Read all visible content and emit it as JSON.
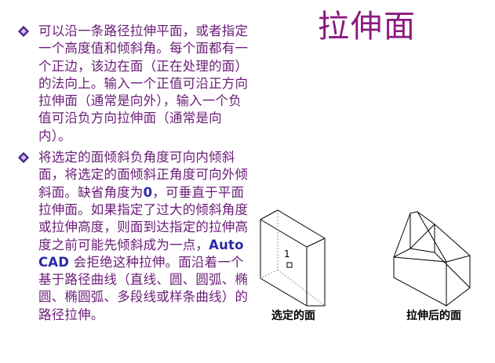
{
  "title": "拉伸面",
  "bullets": [
    {
      "icon": "diamond-bullet-icon",
      "text": [
        {
          "t": "可以沿一条路径拉伸平面，或者指定一个高度值和倾斜角。每个面都有一个正边，该边在面（正在处理的面）的法向上。输入一个正值可沿正方向拉伸面（通常是向外），输入一个负值可沿负方向拉伸面（通常是向内）。"
        }
      ]
    },
    {
      "icon": "diamond-bullet-icon",
      "text": [
        {
          "t": "将选定的面倾斜负角度可向内倾斜面，将选定的面倾斜正角度可向外倾斜面。缺省角度为"
        },
        {
          "t": "0",
          "hl": true
        },
        {
          "t": "，可垂直于平面拉伸面。如果指定了过大的倾斜角度或拉伸高度，则面到达指定的拉伸高度之前可能先倾斜成为一点，"
        },
        {
          "t": "AutoCAD",
          "hl": true
        },
        {
          "t": " 会拒绝这种拉伸。面沿着一个基于路径曲线（直线、圆、圆弧、椭圆、椭圆弧、多段线或样条曲线）的路径拉伸。"
        }
      ]
    }
  ],
  "figures": {
    "left": {
      "caption": "选定的面",
      "face_label": "1"
    },
    "right": {
      "caption": "拉伸后的面"
    }
  },
  "colors": {
    "title": "#8b1a7e",
    "body_text": "#6b1c78",
    "highlight": "#2a2aa8",
    "bullet": "#6a3aa0"
  }
}
